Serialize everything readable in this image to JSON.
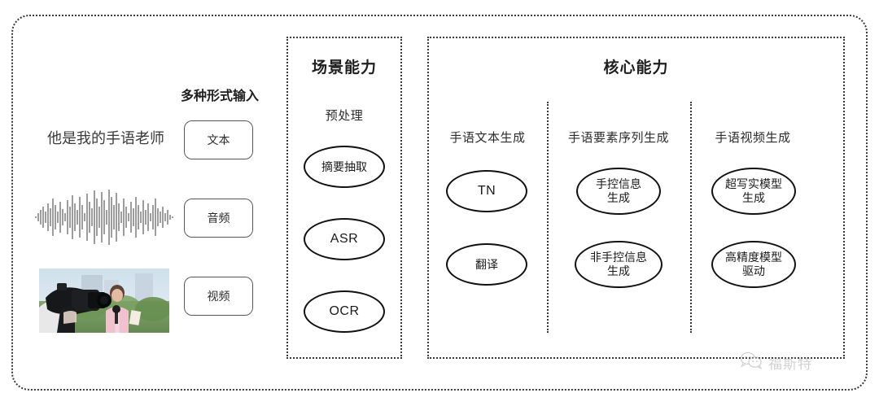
{
  "diagram": {
    "title_hidden": "",
    "outer_frame": "rounded-dotted-frame"
  },
  "input_section": {
    "title": "多种形式输入",
    "sample_text": "他是我的手语老师",
    "modalities": [
      {
        "label": "文本",
        "media": "text-sample"
      },
      {
        "label": "音频",
        "media": "audio-waveform"
      },
      {
        "label": "视频",
        "media": "video-thumbnail"
      }
    ]
  },
  "scene_panel": {
    "title": "场景能力",
    "column_header": "预处理",
    "nodes": [
      {
        "label": "摘要抽取",
        "script": "cjk"
      },
      {
        "label": "ASR",
        "script": "latin"
      },
      {
        "label": "OCR",
        "script": "latin"
      }
    ]
  },
  "core_panel": {
    "title": "核心能力",
    "columns": [
      {
        "header": "手语文本生成",
        "nodes": [
          {
            "label": "TN",
            "script": "latin"
          },
          {
            "label": "翻译",
            "script": "cjk"
          }
        ]
      },
      {
        "header": "手语要素序列生成",
        "nodes": [
          {
            "label": "手控信息\n生成",
            "script": "cjk"
          },
          {
            "label": "非手控信息\n生成",
            "script": "cjk"
          }
        ]
      },
      {
        "header": "手语视频生成",
        "nodes": [
          {
            "label": "超写实模型\n生成",
            "script": "cjk"
          },
          {
            "label": "高精度模型\n驱动",
            "script": "cjk"
          }
        ]
      }
    ]
  },
  "watermark": {
    "text": "福斯特",
    "icon": "wechat-icon"
  },
  "colors": {
    "frame": "#3a3a3a",
    "node_stroke": "#111111",
    "text": "#2b2b2b",
    "box_stroke": "#555a61",
    "watermark": "#9a9a9a",
    "background": "#ffffff"
  }
}
